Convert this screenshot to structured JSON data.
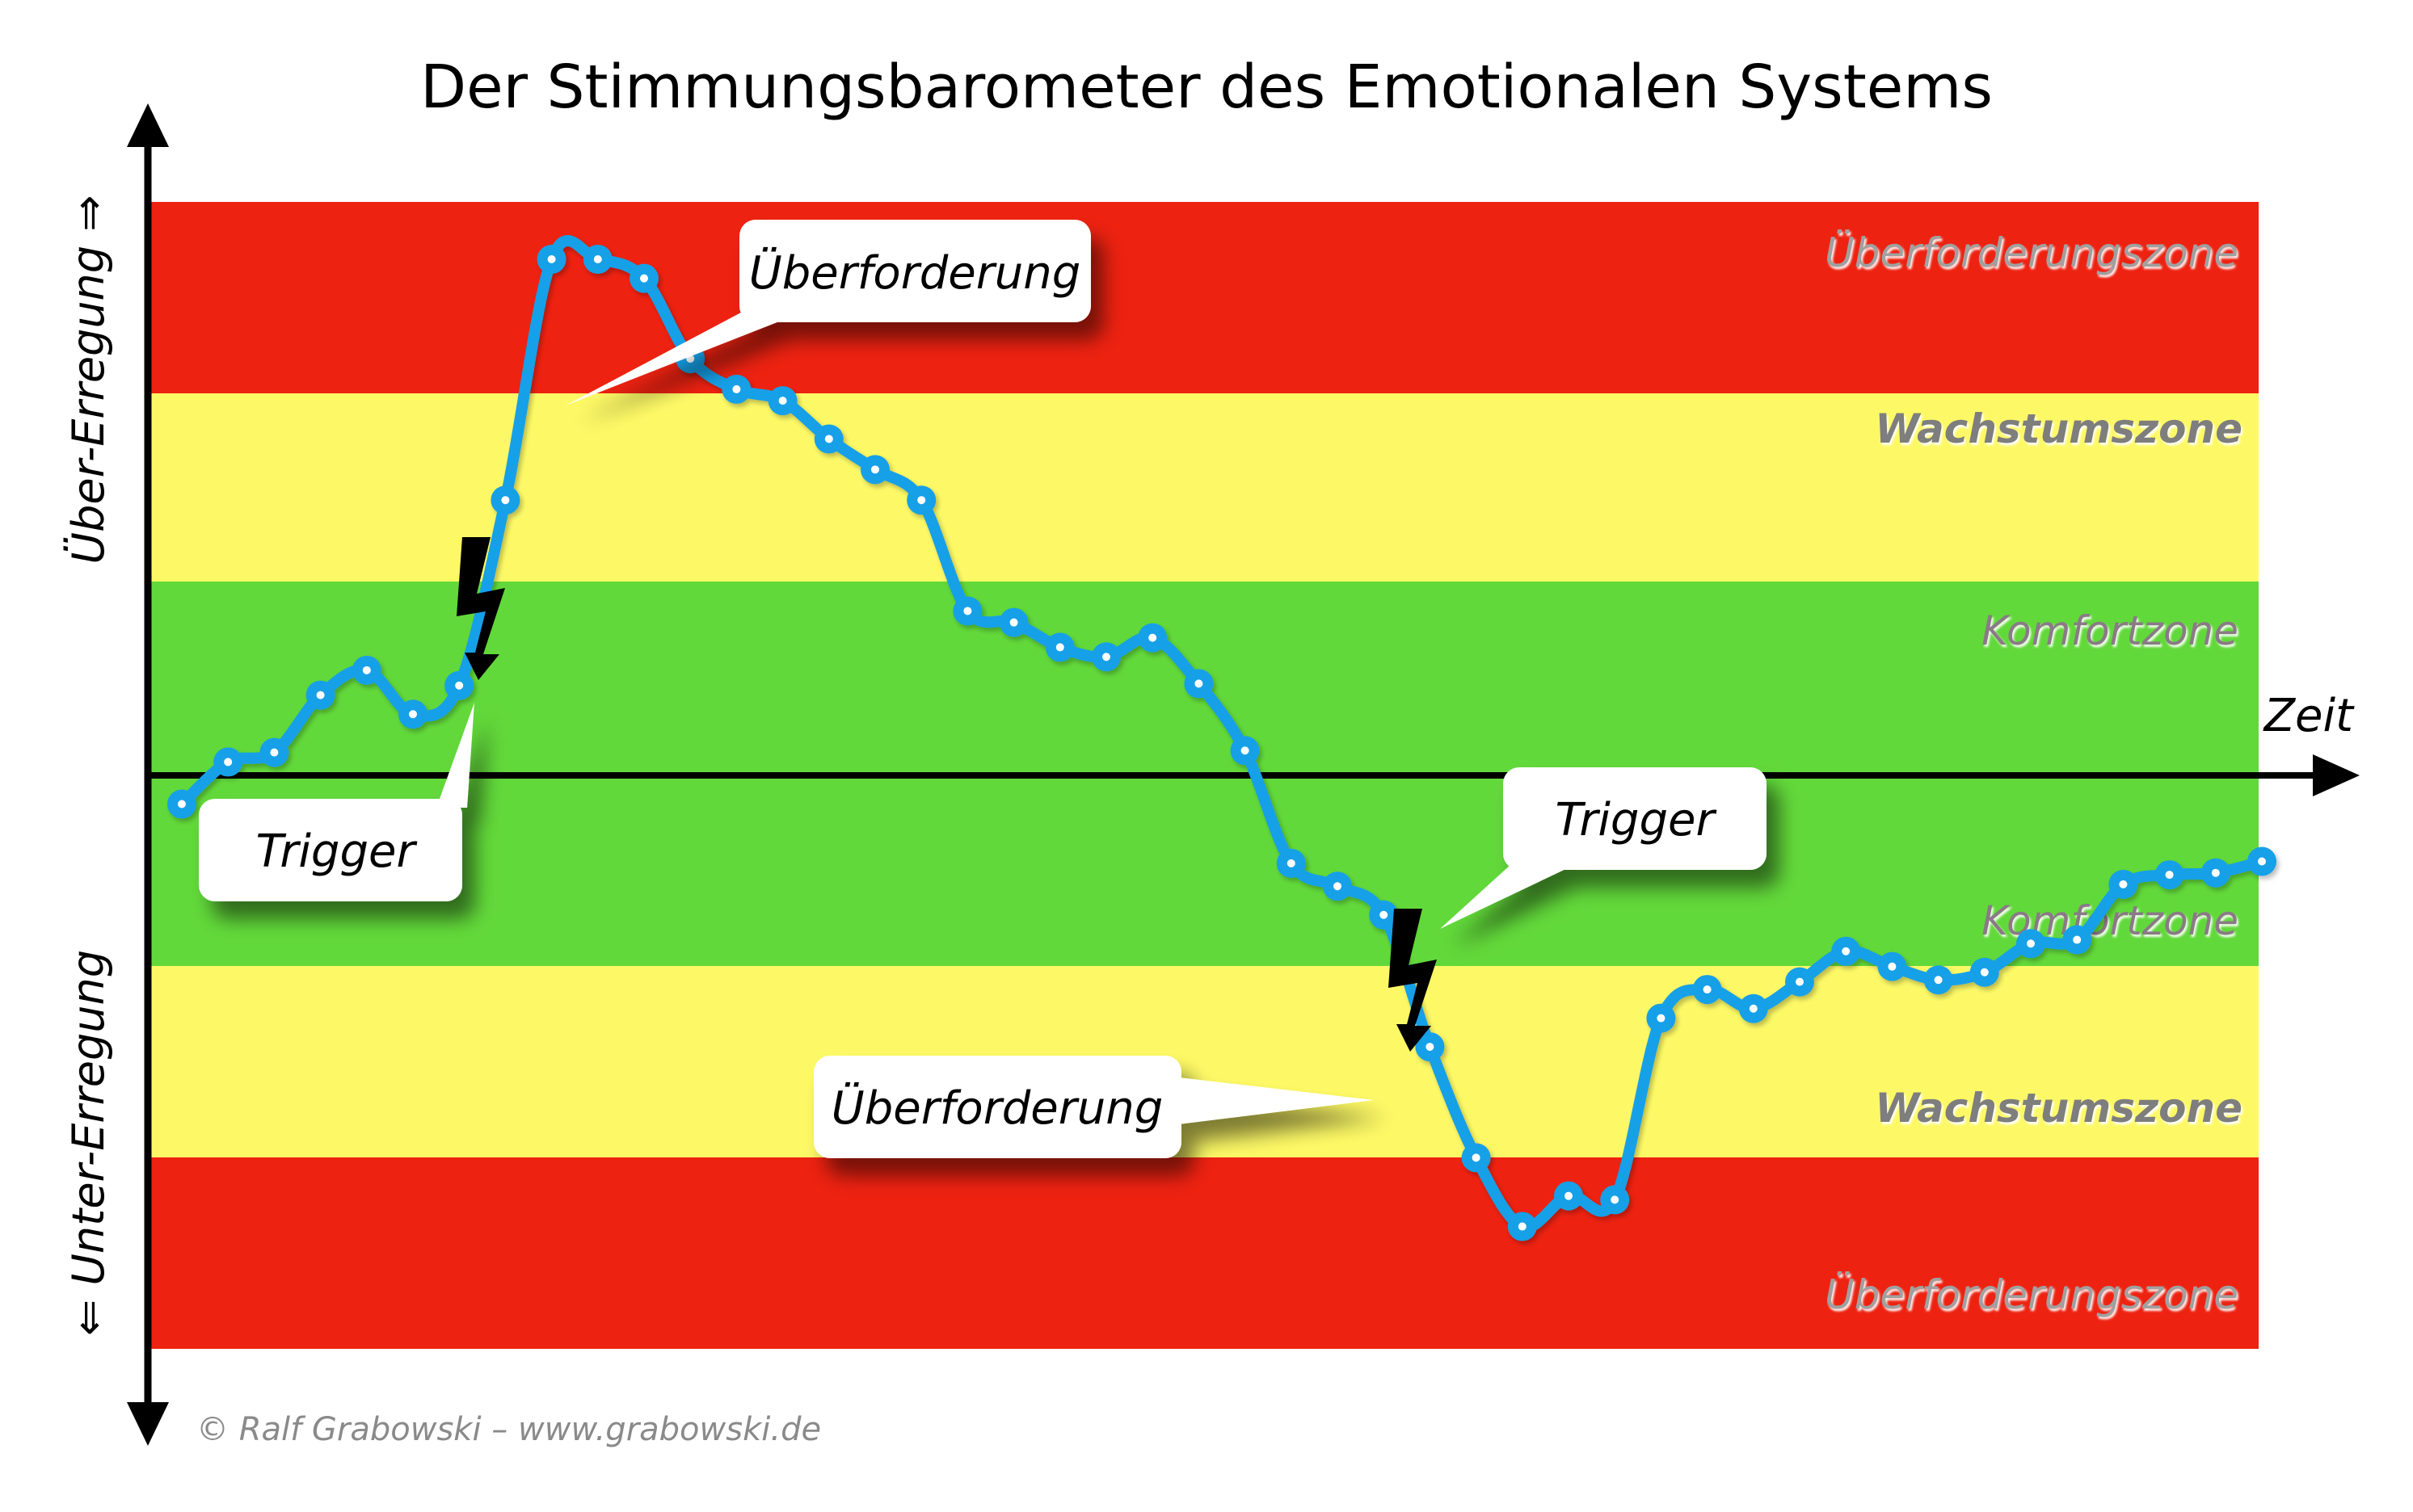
{
  "title": "Der Stimmungsbarometer des Emotionalen Systems",
  "axes": {
    "y_upper_label": "Über-Erregung ⇒",
    "y_lower_label": "⇐ Unter-Erregung",
    "x_label": "Zeit"
  },
  "zones": [
    {
      "label": "Überforderungszone",
      "color": "#ee2211",
      "label_color": "#a0a0a0"
    },
    {
      "label": "Wachstumszone",
      "color": "#fdf966",
      "label_color": "#7e7e7e"
    },
    {
      "label": "Komfortzone",
      "color": "#62d93a",
      "label_color": "#8a7a86"
    },
    {
      "label": "Komfortzone",
      "color": "#62d93a",
      "label_color": "#8a7a86"
    },
    {
      "label": "Wachstumszone",
      "color": "#fdf966",
      "label_color": "#7e7e7e"
    },
    {
      "label": "Überforderungszone",
      "color": "#ee2211",
      "label_color": "#a0a0a0"
    }
  ],
  "callouts": [
    {
      "text": "Überforderung"
    },
    {
      "text": "Trigger"
    },
    {
      "text": "Trigger"
    },
    {
      "text": "Überforderung"
    }
  ],
  "series_color": "#19a0e8",
  "footer": "© Ralf Grabowski – www.grabowski.de",
  "chart_data": {
    "type": "line",
    "ylim": [
      -3,
      3
    ],
    "y": [
      -0.15,
      0.07,
      0.12,
      0.42,
      0.55,
      0.32,
      0.47,
      1.44,
      2.7,
      2.7,
      2.6,
      2.18,
      2.02,
      1.96,
      1.76,
      1.6,
      1.44,
      0.86,
      0.8,
      0.67,
      0.62,
      0.72,
      0.48,
      0.13,
      -0.46,
      -0.58,
      -0.73,
      -1.42,
      -2.0,
      -2.36,
      -2.2,
      -2.22,
      -1.27,
      -1.12,
      -1.22,
      -1.08,
      -0.92,
      -1.0,
      -1.07,
      -1.03,
      -0.88,
      -0.86,
      -0.57,
      -0.52,
      -0.51,
      -0.45
    ]
  }
}
